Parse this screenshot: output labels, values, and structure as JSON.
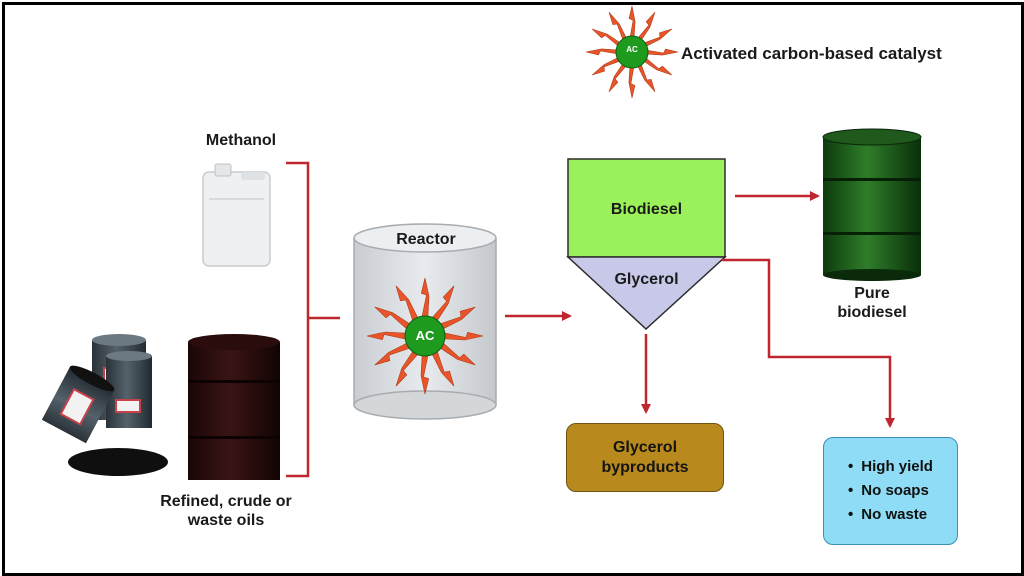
{
  "legend": {
    "ac_symbol": "AC",
    "label": "Activated carbon-based catalyst"
  },
  "inputs": {
    "methanol": "Methanol",
    "oils_line1": "Refined, crude or",
    "oils_line2": "waste oils"
  },
  "reactor": {
    "label": "Reactor",
    "ac_symbol": "AC"
  },
  "separator": {
    "top": "Biodiesel",
    "bottom": "Glycerol"
  },
  "outputs": {
    "pure_line1": "Pure",
    "pure_line2": "biodiesel",
    "byproducts_line1": "Glycerol",
    "byproducts_line2": "byproducts",
    "advantages": [
      "High yield",
      "No soaps",
      "No waste"
    ]
  },
  "colors": {
    "arrow": "#c0262d",
    "biodiesel": "#9bf15a",
    "glycerol": "#c8c8e8",
    "byproducts_box": "#b88a1e",
    "advantages_box": "#8edcf5",
    "ac_center": "#1e9a1e",
    "spike": "#e8552a"
  }
}
